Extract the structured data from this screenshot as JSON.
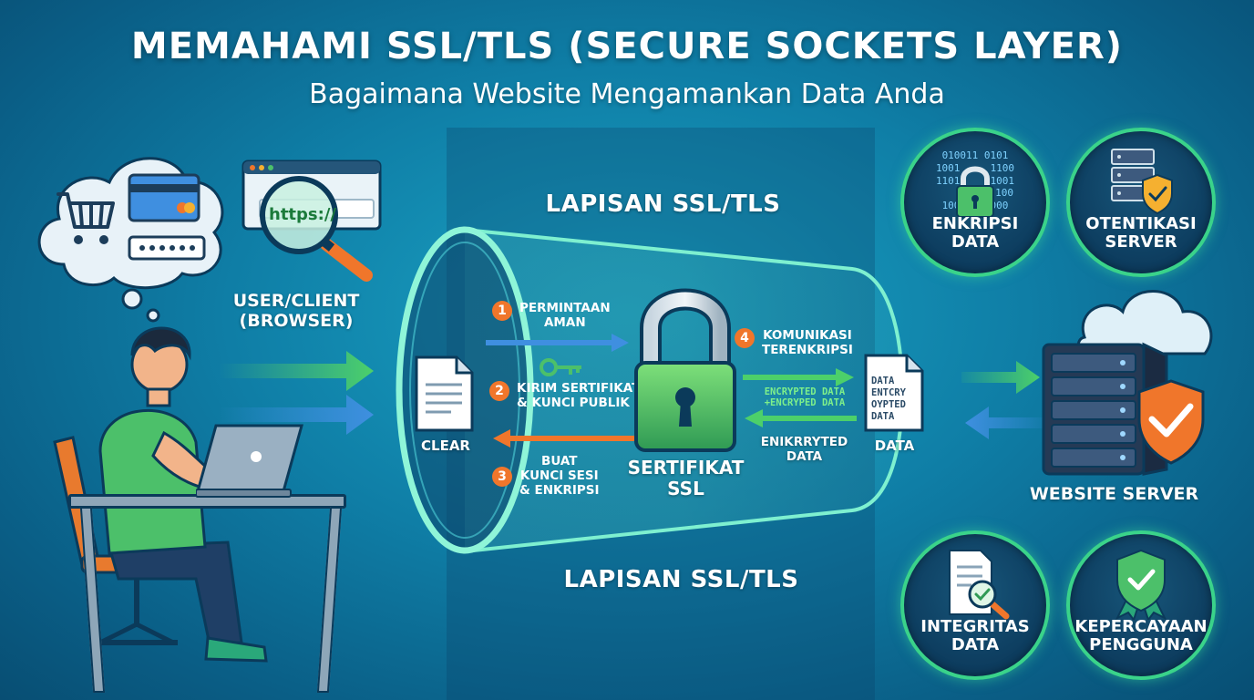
{
  "header": {
    "title": "MEMAHAMI SSL/TLS (SECURE SOCKETS LAYER)",
    "subtitle": "Bagaimana Website Mengamankan Data Anda"
  },
  "client": {
    "url_text": "https://",
    "label_line1": "USER/CLIENT",
    "label_line2": "(BROWSER)"
  },
  "tunnel": {
    "top_label": "LAPISAN SSL/TLS",
    "bottom_label": "LAPISAN SSL/TLS",
    "certificate_line1": "SERTIFIKAT",
    "certificate_line2": "SSL",
    "clear_doc_label": "CLEAR",
    "encrypted_doc_label": "DATA",
    "encrypted_doc_lines": [
      "DATA",
      "ENTCRY",
      "OYPTED",
      "DATA"
    ],
    "encrypted_flow_line1": "ENCRYPTED DATA",
    "encrypted_flow_line2": "+ENCRYPED DATA",
    "return_flow_line1": "ENIKRRYTED",
    "return_flow_line2": "DATA"
  },
  "steps": [
    {
      "num": "1",
      "line1": "PERMINTAAN",
      "line2": "AMAN"
    },
    {
      "num": "2",
      "line1": "KIRIM SERTIFIKAT",
      "line2": "& KUNCI PUBLIK"
    },
    {
      "num": "3",
      "line1": "BUAT",
      "line2": "KUNCI SESI",
      "line3": "& ENKRIPSI"
    },
    {
      "num": "4",
      "line1": "KOMUNIKASI",
      "line2": "TERENKRIPSI"
    }
  ],
  "binary": [
    "010011 0101",
    "1001",
    "1100",
    "1101",
    "1001",
    "100",
    "100111 1000"
  ],
  "server": {
    "label": "WEBSITE SERVER"
  },
  "features": [
    {
      "line1": "ENKRIPSI",
      "line2": "DATA"
    },
    {
      "line1": "OTENTIKASI",
      "line2": "SERVER"
    },
    {
      "line1": "INTEGRITAS",
      "line2": "DATA"
    },
    {
      "line1": "KEPERCAYAAN",
      "line2": "PENGGUNA"
    }
  ],
  "colors": {
    "accent_green": "#3ad38a",
    "accent_orange": "#f0762b",
    "arrow_blue": "#3f8fe0",
    "lock_green": "#4cc06a"
  }
}
